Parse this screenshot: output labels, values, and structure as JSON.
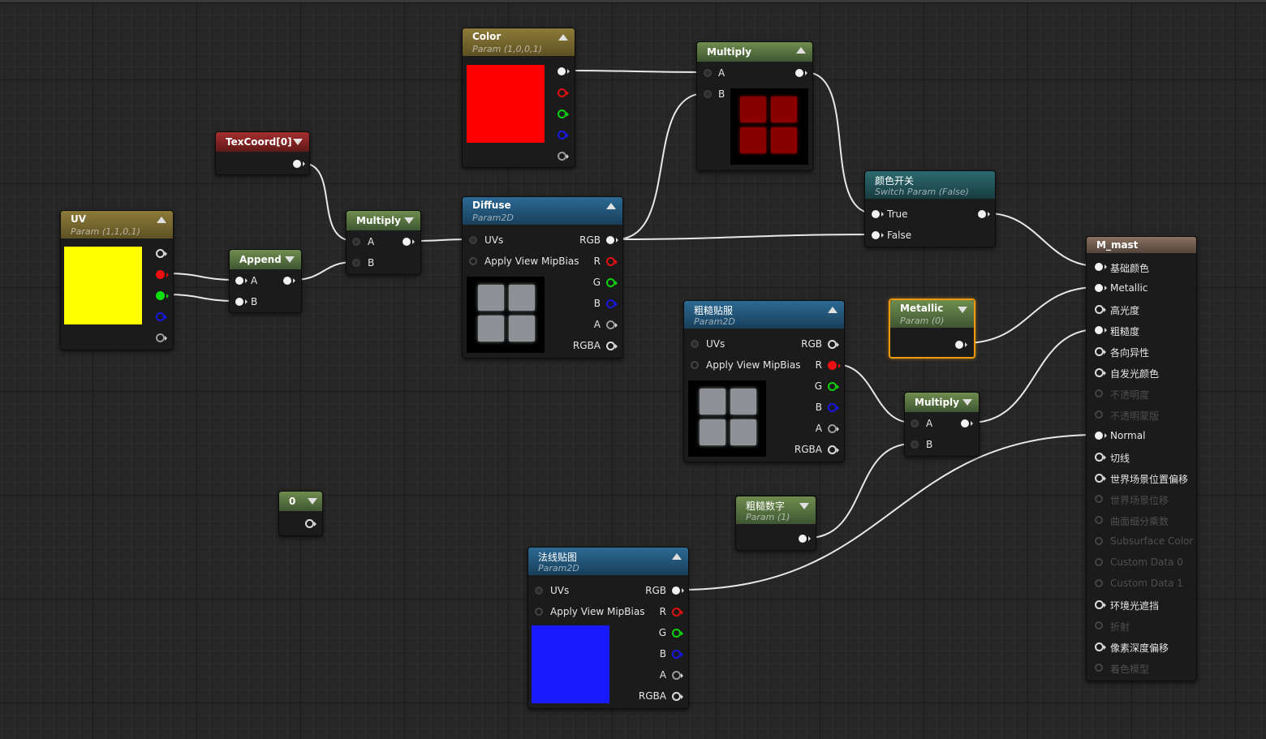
{
  "canvas": {
    "background": "#262626",
    "wire_color": "#e8e8e8"
  },
  "nodes": {
    "color": {
      "title": "Color",
      "subtitle": "Param (1,0,0,1)",
      "swatch": "#ff0000"
    },
    "texcoord": {
      "title": "TexCoord[0]"
    },
    "uv": {
      "title": "UV",
      "subtitle": "Param (1,1,0,1)",
      "swatch": "#ffff00"
    },
    "append": {
      "title": "Append",
      "pin_a": "A",
      "pin_b": "B"
    },
    "multiply1": {
      "title": "Multiply",
      "pin_a": "A",
      "pin_b": "B"
    },
    "diffuse": {
      "title": "Diffuse",
      "subtitle": "Param2D",
      "inputs": [
        "UVs",
        "Apply View MipBias"
      ],
      "outputs": [
        "RGB",
        "R",
        "G",
        "B",
        "A",
        "RGBA"
      ]
    },
    "multiply2": {
      "title": "Multiply",
      "pin_a": "A",
      "pin_b": "B"
    },
    "switch": {
      "title": "颜色开关",
      "subtitle": "Switch Param (False)",
      "pin_true": "True",
      "pin_false": "False"
    },
    "roughtex": {
      "title": "粗糙贴服",
      "subtitle": "Param2D",
      "inputs": [
        "UVs",
        "Apply View MipBias"
      ],
      "outputs": [
        "RGB",
        "R",
        "G",
        "B",
        "A",
        "RGBA"
      ]
    },
    "metallic": {
      "title": "Metallic",
      "subtitle": "Param (0)"
    },
    "multiply3": {
      "title": "Multiply",
      "pin_a": "A",
      "pin_b": "B"
    },
    "zero": {
      "title": "0"
    },
    "roughnum": {
      "title": "粗糙数字",
      "subtitle": "Param (1)"
    },
    "normaltex": {
      "title": "法线贴图",
      "subtitle": "Param2D",
      "inputs": [
        "UVs",
        "Apply View MipBias"
      ],
      "outputs": [
        "RGB",
        "R",
        "G",
        "B",
        "A",
        "RGBA"
      ],
      "swatch": "#1a1aff"
    },
    "material": {
      "title": "M_mast",
      "pins": [
        {
          "label": "基础颜色",
          "state": "connected"
        },
        {
          "label": "Metallic",
          "state": "connected"
        },
        {
          "label": "高光度",
          "state": "active"
        },
        {
          "label": "粗糙度",
          "state": "connected"
        },
        {
          "label": "各向异性",
          "state": "active"
        },
        {
          "label": "自发光颜色",
          "state": "active"
        },
        {
          "label": "不透明度",
          "state": "disabled"
        },
        {
          "label": "不透明蒙版",
          "state": "disabled"
        },
        {
          "label": "Normal",
          "state": "connected"
        },
        {
          "label": "切线",
          "state": "active"
        },
        {
          "label": "世界场景位置偏移",
          "state": "active"
        },
        {
          "label": "世界场景位移",
          "state": "disabled"
        },
        {
          "label": "曲面细分乘数",
          "state": "disabled"
        },
        {
          "label": "Subsurface Color",
          "state": "disabled"
        },
        {
          "label": "Custom Data 0",
          "state": "disabled"
        },
        {
          "label": "Custom Data 1",
          "state": "disabled"
        },
        {
          "label": "环境光遮挡",
          "state": "active"
        },
        {
          "label": "折射",
          "state": "disabled"
        },
        {
          "label": "像素深度偏移",
          "state": "active"
        },
        {
          "label": "着色模型",
          "state": "disabled"
        }
      ]
    }
  }
}
